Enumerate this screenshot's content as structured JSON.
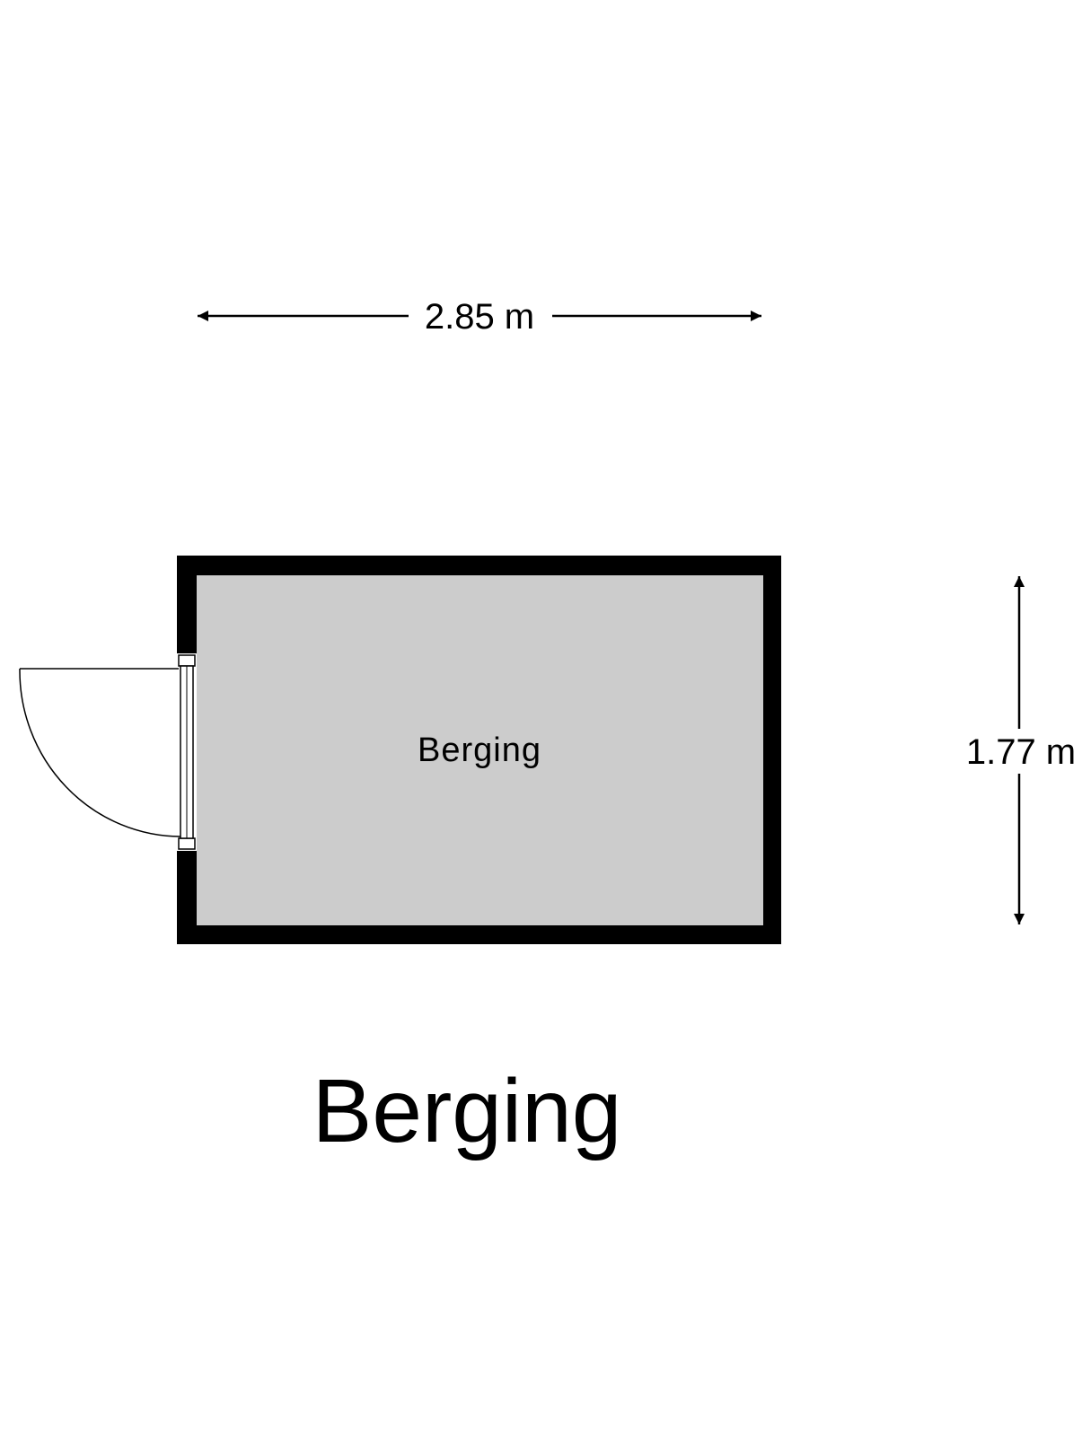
{
  "dimensions": {
    "width_label": "2.85 m",
    "height_label": "1.77 m"
  },
  "room": {
    "label": "Berging"
  },
  "plan_title": "Berging",
  "colors": {
    "wall": "#000000",
    "floor": "#cccccc",
    "background": "#ffffff"
  }
}
